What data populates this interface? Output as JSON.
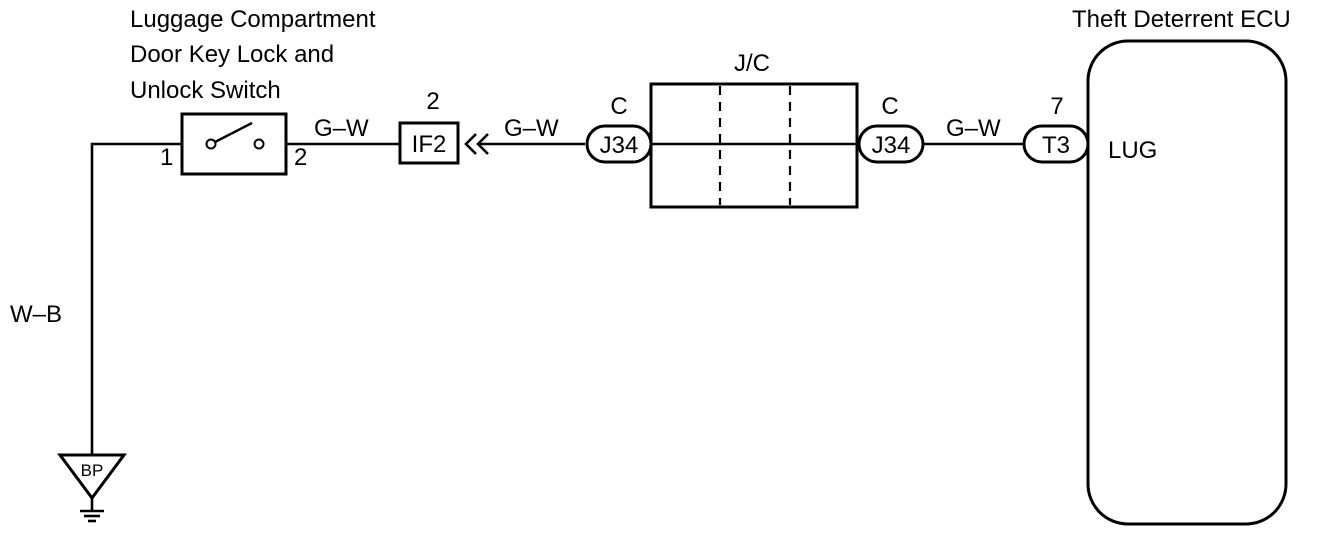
{
  "switch": {
    "title_lines": [
      "Luggage Compartment",
      "Door Key Lock and",
      "Unlock Switch"
    ],
    "pin_left": "1",
    "pin_right": "2"
  },
  "wires": {
    "ground_color": "W–B",
    "switch_to_if2": "G–W",
    "if2_to_j34": "G–W",
    "j34_to_t3": "G–W"
  },
  "ground": {
    "label": "BP"
  },
  "if2": {
    "label": "IF2",
    "pin": "2"
  },
  "jc": {
    "label": "J/C",
    "left_connector": {
      "label": "J34",
      "pin": "C"
    },
    "right_connector": {
      "label": "J34",
      "pin": "C"
    }
  },
  "ecu": {
    "title": "Theft Deterrent ECU",
    "connector": {
      "label": "T3",
      "pin": "7"
    },
    "terminal": "LUG"
  }
}
